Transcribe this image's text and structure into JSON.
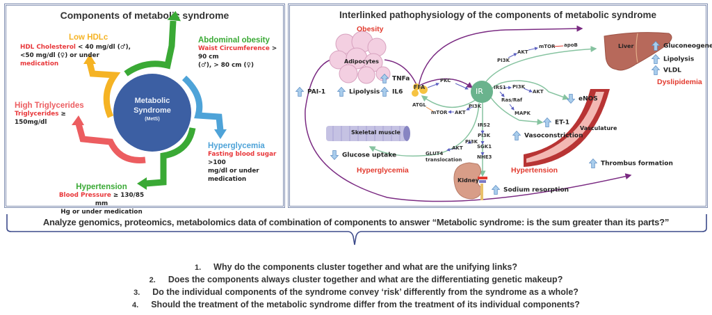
{
  "left_panel": {
    "title": "Components of metabolic syndrome",
    "center": {
      "line1": "Metabolic",
      "line2": "Syndrome",
      "line3": "(MetS)",
      "color": "#3c5fa3"
    },
    "components": [
      {
        "id": "low-hdl",
        "title": "Low HDLc",
        "color": "#f5b324",
        "desc": [
          {
            "red": "HDL Cholesterol",
            "text": " < 40 mg/dl (♂),"
          },
          {
            "red": "",
            "text": "<50 mg/dl (♀) or under "
          },
          {
            "red_suffix": "medication"
          }
        ]
      },
      {
        "id": "abdominal-obesity",
        "title": "Abdominal obesity",
        "color": "#3aa935",
        "desc_line1_red": "Waist Circumference",
        "desc_line1": " > 90 cm",
        "desc_line2": "(♂), > 80 cm (♀)"
      },
      {
        "id": "high-triglycerides",
        "title": "High Triglycerides",
        "color": "#ec5d60",
        "desc_line1_red": "Triglycerides",
        "desc_line1": " ≥",
        "desc_line2": "150mg/dl"
      },
      {
        "id": "hyperglycemia",
        "title": "Hyperglycemia",
        "color": "#4ea3d8",
        "desc_line1_red": "Fasting blood sugar",
        "desc_line1": " >100",
        "desc_line2": "mg/dl or under medication"
      },
      {
        "id": "hypertension",
        "title": "Hypertension",
        "color": "#3aa935",
        "desc_line1_red": "Blood Pressure",
        "desc_line1": " ≥ 130/85 mm",
        "desc_line2": "Hg or under medication"
      }
    ],
    "low_hdl_lines": {
      "l1_red": "HDL Cholesterol",
      "l1": " < 40 mg/dl (♂),",
      "l2": "<50 mg/dl (♀) or under ",
      "l2_red": "medication"
    }
  },
  "right_panel": {
    "title": "Interlinked pathophysiology of the components of metabolic syndrome",
    "section_labels": {
      "obesity": "Obesity",
      "dyslipidemia": "Dyslipidemia",
      "hyperglycemia": "Hyperglycemia",
      "hypertension": "Hypertension"
    },
    "organs": {
      "adipocytes": "Adipocytes",
      "liver": "Liver",
      "skeletal_muscle": "Skeletal muscle",
      "kidney": "Kidney",
      "vasculature": "Vasculature"
    },
    "nodes": {
      "ffa": "FFA",
      "ir": "IR",
      "pkc": "PKC",
      "atgl": "ATGL",
      "mtor_ffa": "mTOR",
      "akt_ffa": "AKT",
      "pi3k_ffa": "PI3K",
      "pi3k_liver": "PI3K",
      "akt_liver": "AKT",
      "mtor_liver": "mTOR",
      "apob": "apoB",
      "irs1": "IRS1",
      "pi3k_enos": "PI3K",
      "akt_enos": "AKT",
      "rasraf": "Ras/Raf",
      "mapk": "MAPK",
      "irs2": "IRS2",
      "pi3k_kidney": "PI3K",
      "sgk1": "SGK1",
      "nhe3": "NHE3",
      "pi3k_muscle": "PI3K",
      "akt_muscle": "AKT",
      "glut4_l1": "GLUT4",
      "glut4_l2": "translocation"
    },
    "effects": {
      "pai1": {
        "dir": "up",
        "label": "PAI-1"
      },
      "lipolysis_adipo": {
        "dir": "up",
        "label": "Lipolysis"
      },
      "tnfa": {
        "dir": "up",
        "label": "TNFa"
      },
      "il6": {
        "dir": "up",
        "label": "IL6"
      },
      "gluconeogenesis": {
        "dir": "up",
        "label": "Gluconeogenesis"
      },
      "lipolysis_liver": {
        "dir": "up",
        "label": "Lipolysis"
      },
      "vldl": {
        "dir": "up",
        "label": "VLDL"
      },
      "enos": {
        "dir": "down",
        "label": "eNOS"
      },
      "et1": {
        "dir": "up",
        "label": "ET-1"
      },
      "vasoconstriction": {
        "dir": "up",
        "label": "Vasoconstriction"
      },
      "glucose_uptake": {
        "dir": "down",
        "label": "Glucose uptake"
      },
      "sodium_resorption": {
        "dir": "up",
        "label": "Sodium resorption"
      },
      "thrombus": {
        "dir": "up",
        "label": "Thrombus formation"
      }
    },
    "colors": {
      "insulin_path": "#86c3a0",
      "systemic": "#7a2a82",
      "ir_node": "#6ab38d",
      "ffa": "#f6c342",
      "signal": "#5a5fc0",
      "red_label": "#e23a2e",
      "arrow_fill": "#a9cdec"
    }
  },
  "summary": {
    "brace_text": "Analyze genomics, proteomics, metabolomics data of combination of components to answer “Metabolic syndrome: is the sum greater than its parts?”",
    "questions": [
      {
        "num": "1.",
        "text": "Why do the components cluster together and what are the unifying links?"
      },
      {
        "num": "2.",
        "text": "Does the components always cluster together and what are the differentiating genetic makeup?"
      },
      {
        "num": "3.",
        "text": "Do the individual components of the syndrome convey ‘risk’ differently from the syndrome as a whole?"
      },
      {
        "num": "4.",
        "text": "Should the treatment of the metabolic syndrome differ from the treatment of its individual components?"
      }
    ]
  }
}
